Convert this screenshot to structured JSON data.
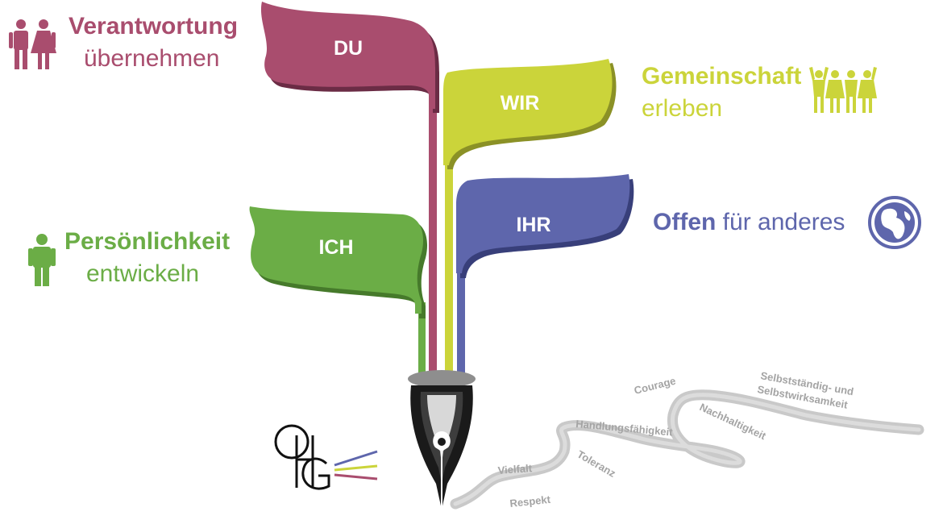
{
  "flags": {
    "du": {
      "label": "DU",
      "color": "#a94d6e"
    },
    "wir": {
      "label": "WIR",
      "color": "#cbd43a"
    },
    "ich": {
      "label": "ICH",
      "color": "#6bad46"
    },
    "ihr": {
      "label": "IHR",
      "color": "#5e66ac"
    }
  },
  "values": {
    "du": {
      "line1": "Verantwortung",
      "line2": "übernehmen",
      "icon": "couple-icon"
    },
    "wir": {
      "line1": "Gemeinschaft",
      "line2": "erleben",
      "icon": "group-cheering-icon"
    },
    "ich": {
      "line1": "Persönlichkeit",
      "line2": "entwickeln",
      "icon": "person-icon"
    },
    "ihr": {
      "line1_bold": "Offen",
      "line1_rest": "für anderes",
      "icon": "globe-icon"
    }
  },
  "path_words": [
    "Respekt",
    "Vielfalt",
    "Toleranz",
    "Handlungsfähigkeit",
    "Courage",
    "Nachhaltigkeit",
    "Selbstständig- und",
    "Selbstwirksamkeit"
  ],
  "logo": {
    "text": "OHG",
    "icon": "school-logo-icon"
  },
  "pen": {
    "icon": "fountain-pen-nib-icon",
    "color": "#1a1a1a"
  },
  "path_color": "#c8c8c8"
}
